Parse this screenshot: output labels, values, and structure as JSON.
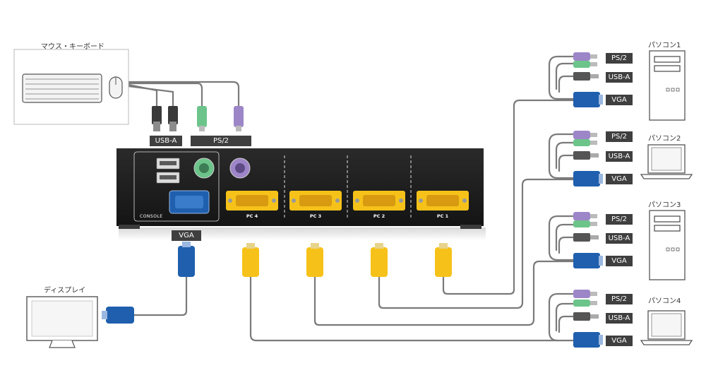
{
  "labels": {
    "keyboard_mouse": "マウス・キーボード",
    "usb_a": "USB-A",
    "ps2": "PS/2",
    "vga": "VGA",
    "display": "ディスプレイ",
    "console": "CONSOLE"
  },
  "kvm_ports": [
    "PC 4",
    "PC 3",
    "PC 2",
    "PC 1"
  ],
  "pcs": [
    {
      "name": "パソコン1",
      "type": "desktop-tower",
      "connectors": [
        "PS/2",
        "USB-A",
        "VGA"
      ]
    },
    {
      "name": "パソコン2",
      "type": "laptop",
      "connectors": [
        "PS/2",
        "USB-A",
        "VGA"
      ]
    },
    {
      "name": "パソコン3",
      "type": "desktop-tower",
      "connectors": [
        "PS/2",
        "USB-A",
        "VGA"
      ]
    },
    {
      "name": "パソコン4",
      "type": "laptop",
      "connectors": [
        "PS/2",
        "USB-A",
        "VGA"
      ]
    }
  ],
  "colors": {
    "vga_blue": "#1f5fae",
    "kvm_yellow": "#f6c21a",
    "ps2_green": "#6cc48a",
    "ps2_purple": "#9d86c8",
    "usb_gray": "#555555",
    "cable_gray": "#777777",
    "tag_bg": "#3f3f3f",
    "kvm_body": "#1c1c1c"
  }
}
